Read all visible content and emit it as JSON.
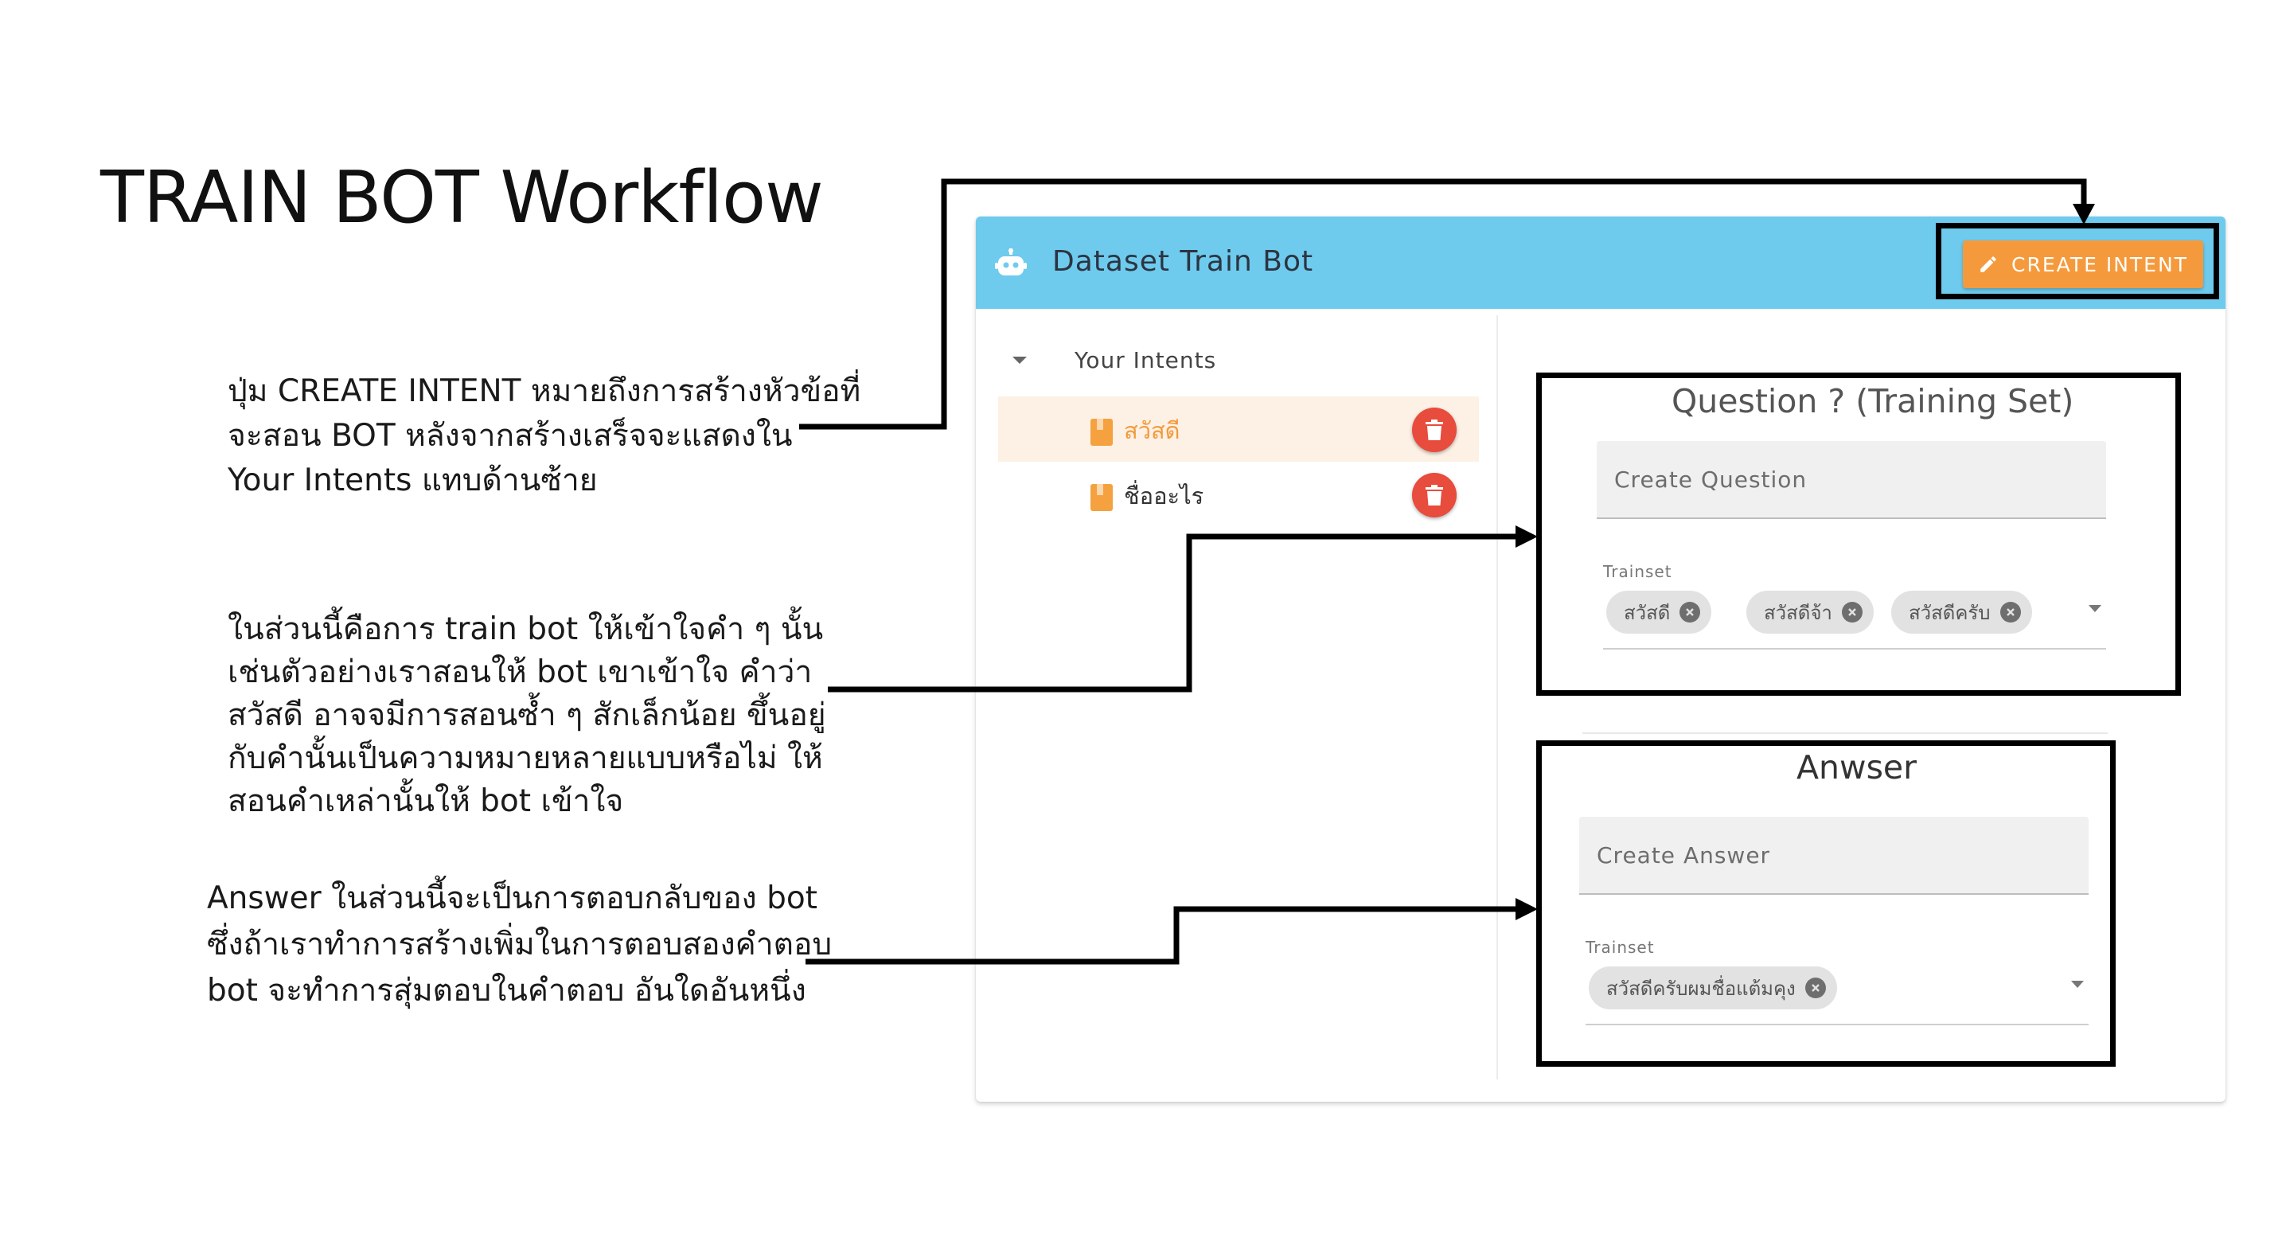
{
  "slide": {
    "title": "TRAIN BOT Workflow"
  },
  "notes": {
    "create_intent": [
      "ปุ่ม CREATE INTENT หมายถึงการสร้างหัวข้อที่",
      "จะสอน BOT หลังจากสร้างเสร็จจะแสดงใน",
      "Your Intents แทบด้านซ้าย"
    ],
    "question": [
      "ในส่วนนี้คือการ train bot ให้เข้าใจคำ ๆ นั้น",
      "เช่นตัวอย่างเราสอนให้ bot เขาเข้าใจ คำว่า",
      "สวัสดี อาจจมีการสอนซ้ำ ๆ สักเล็กน้อย ขึ้นอยู่",
      "กับคำนั้นเป็นความหมายหลายแบบหรือไม่ ให้",
      "สอนคำเหล่านั้นให้ bot เข้าใจ"
    ],
    "answer": [
      "Answer ในส่วนนี้จะเป็นการตอบกลับของ bot",
      "ซึ่งถ้าเราทำการสร้างเพิ่มในการตอบสองคำตอบ",
      "bot จะทำการสุ่มตอบในคำตอบ อันใดอันหนึ่ง"
    ]
  },
  "app": {
    "header": {
      "title": "Dataset Train Bot",
      "icon": "robot-icon",
      "create_intent_label": "CREATE INTENT"
    },
    "sidebar": {
      "section_label": "Your Intents",
      "intents": [
        {
          "label": "สวัสดี",
          "active": true
        },
        {
          "label": "ชื่ออะไร",
          "active": false
        }
      ]
    },
    "question": {
      "title": "Question ? (Training Set)",
      "input_placeholder": "Create Question",
      "trainset_label": "Trainset",
      "chips": [
        "สวัสดี",
        "สวัสดีจ้า",
        "สวัสดีครับ"
      ]
    },
    "answer": {
      "title": "Anwser",
      "input_placeholder": "Create Answer",
      "trainset_label": "Trainset",
      "chips": [
        "สวัสดีครับผมชื่อแต้มคุง"
      ]
    }
  },
  "colors": {
    "header_bg": "#6ecbee",
    "accent_orange": "#f59a3c",
    "delete_red": "#e74c3c",
    "active_row_bg": "#fdf0e4"
  }
}
